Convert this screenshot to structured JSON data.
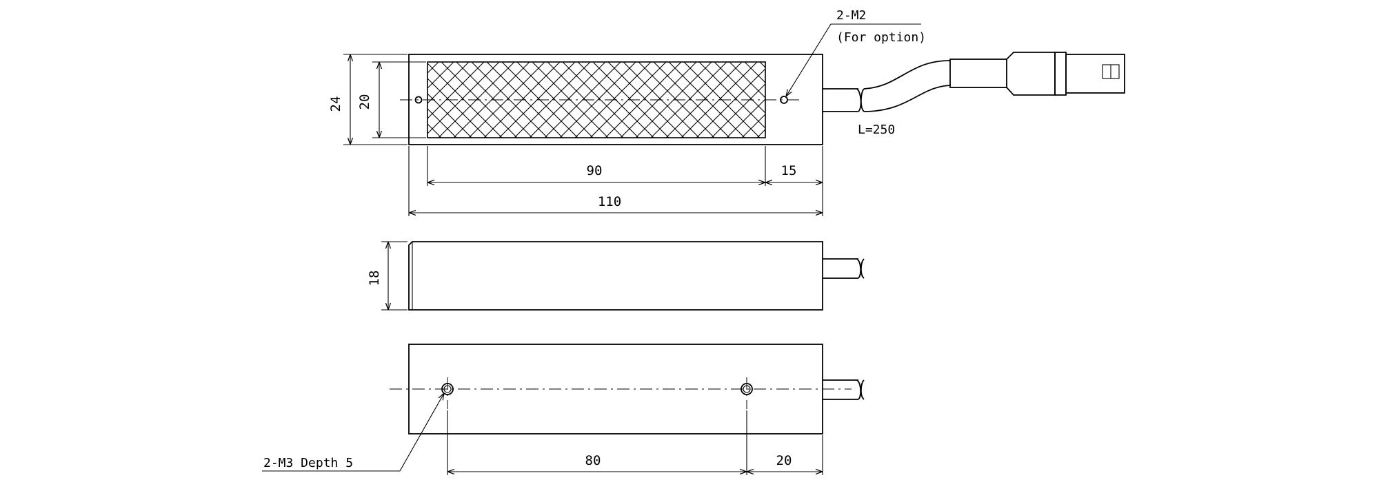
{
  "top_view": {
    "dim_outer_height": "24",
    "dim_inner_height": "20",
    "dim_window_length": "90",
    "dim_end_offset": "15",
    "dim_total_length": "110",
    "callout_holes": "2-M2",
    "callout_note": "(For option)",
    "cable_length": "L=250"
  },
  "side_view": {
    "dim_height": "18"
  },
  "bottom_view": {
    "callout_holes": "2-M3 Depth 5",
    "dim_hole_pitch": "80",
    "dim_hole_offset": "20"
  }
}
